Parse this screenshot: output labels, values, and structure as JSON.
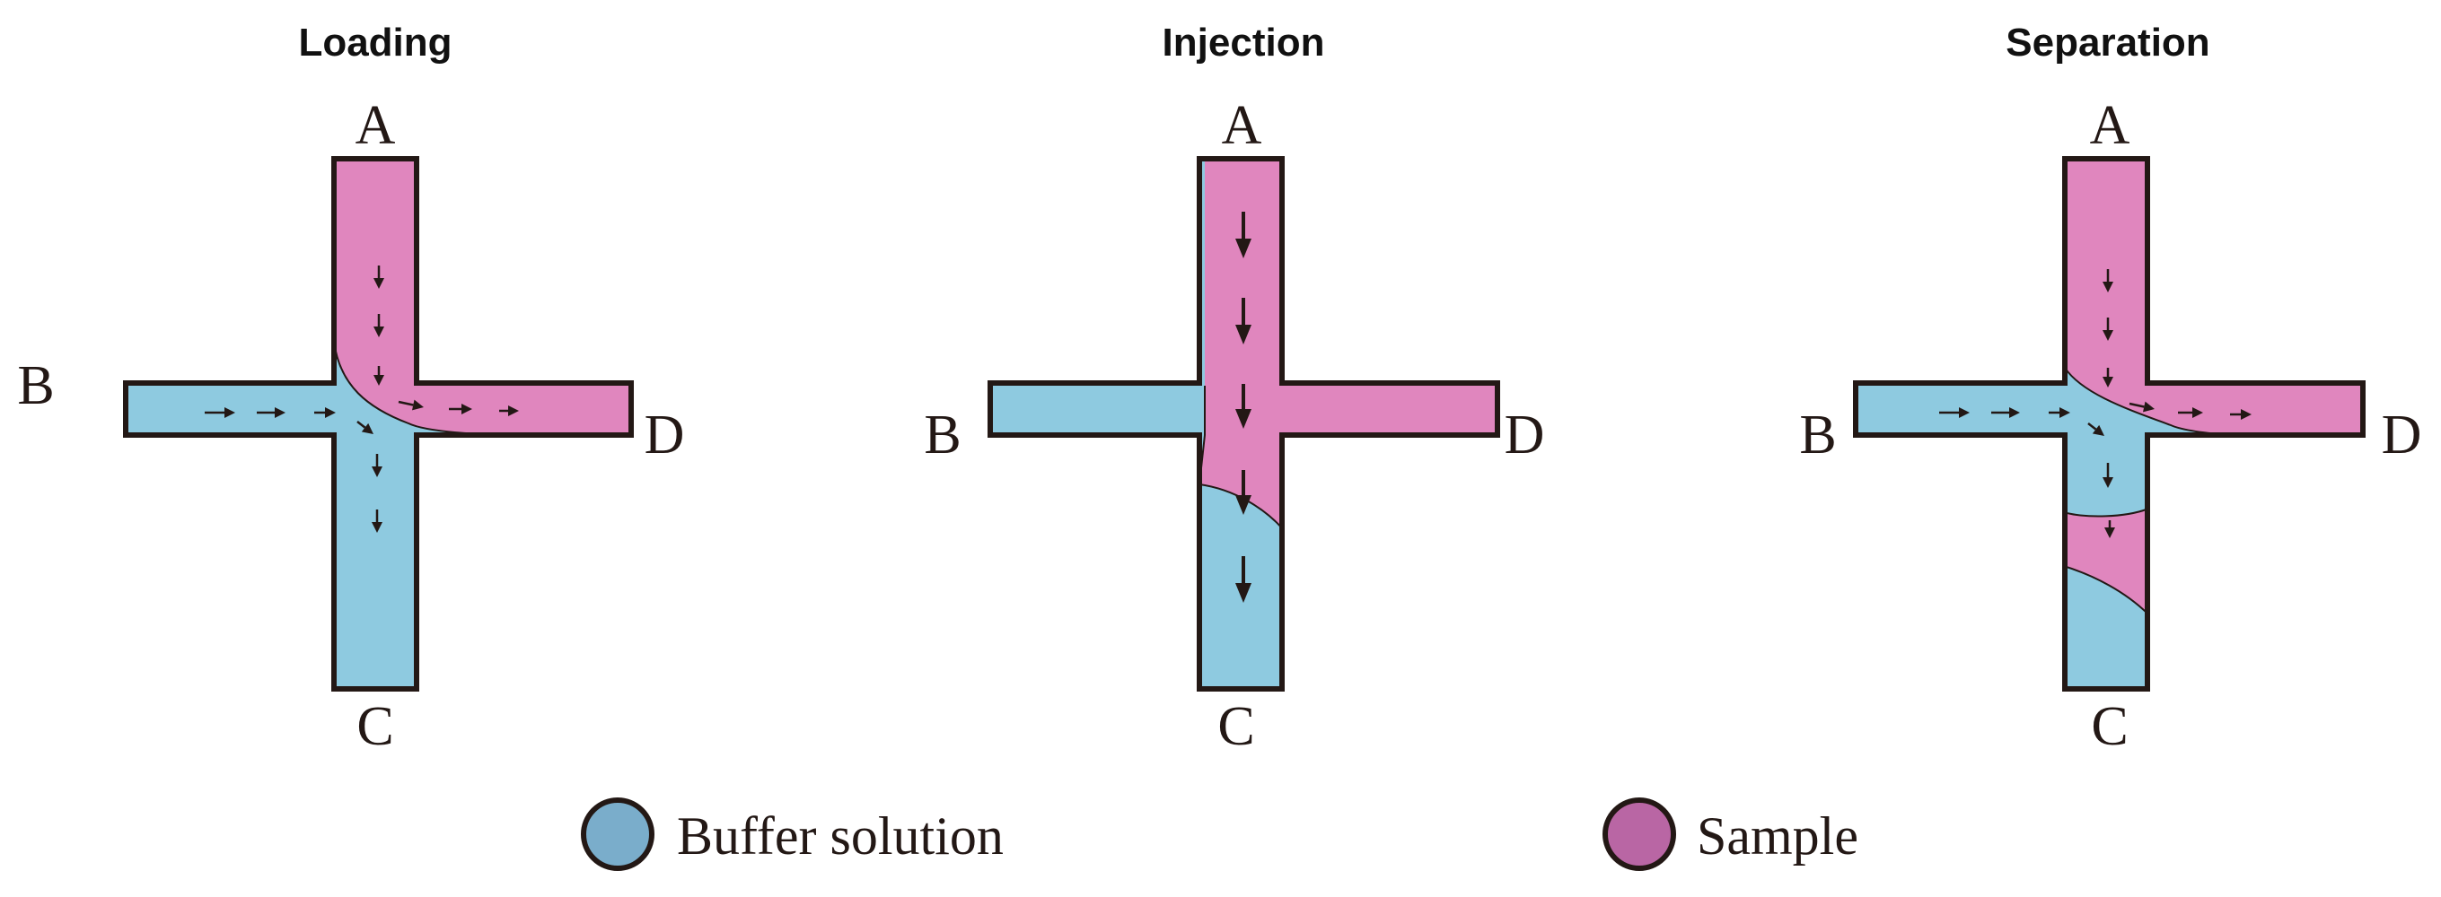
{
  "colors": {
    "buffer": "#8ECAE0",
    "sample": "#E086BE",
    "legend_buffer": "#7AADCB",
    "legend_sample": "#B966A4",
    "outline": "#231815"
  },
  "panels": [
    {
      "id": "loading",
      "title": "Loading",
      "ports": {
        "A": "A",
        "B": "B",
        "C": "C",
        "D": "D"
      },
      "icons": [
        "arrow-right-icon",
        "arrow-down-icon",
        "arrow-diagonal-icon"
      ]
    },
    {
      "id": "injection",
      "title": "Injection",
      "ports": {
        "A": "A",
        "B": "B",
        "C": "C",
        "D": "D"
      },
      "icons": [
        "arrow-down-icon"
      ]
    },
    {
      "id": "separation",
      "title": "Separation",
      "ports": {
        "A": "A",
        "B": "B",
        "C": "C",
        "D": "D"
      },
      "icons": [
        "arrow-right-icon",
        "arrow-down-icon",
        "arrow-diagonal-icon"
      ]
    }
  ],
  "legend": [
    {
      "label": "Buffer solution",
      "color_key": "legend_buffer"
    },
    {
      "label": "Sample",
      "color_key": "legend_sample"
    }
  ]
}
